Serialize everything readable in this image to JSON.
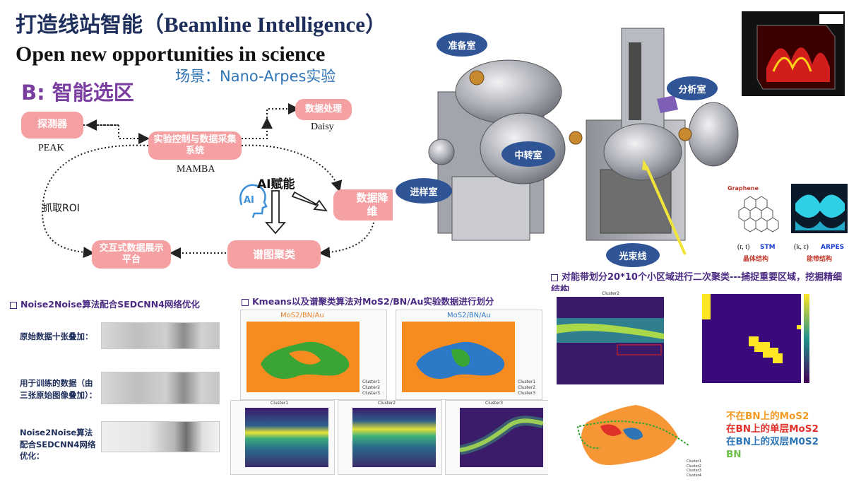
{
  "title": {
    "cn": "打造线站智能（",
    "en": "Beamline Intelligence",
    "close": "）"
  },
  "subtitle": "Open new opportunities in science",
  "scene": "场景：Nano-Arpes实验",
  "section_b": "B: 智能选区",
  "workflow": {
    "detector": "探测器",
    "detector_sw": "PEAK",
    "data_processing": "数据处理",
    "data_processing_sw": "Daisy",
    "control": "实验控制与数据采集系统",
    "control_sw": "MAMBA",
    "reduction": "数据降维",
    "clustering": "谱图聚类",
    "display": "交互式数据展示平台",
    "ai_label": "AI赋能",
    "ai_icon_text": "AI",
    "roi": "抓取ROI"
  },
  "chambers": {
    "prep": "准备室",
    "analysis": "分析室",
    "transfer": "中转室",
    "load": "进样室",
    "beamline": "光束线"
  },
  "insets": {
    "graphene": "Graphene",
    "stm": "STM",
    "arpes": "ARPES",
    "crystal": "晶体结构",
    "band": "能带结构",
    "r_t": "(r, t)",
    "k_e": "(k, ε)"
  },
  "noise_section": {
    "heading": "Noise2Noise算法配合SEDCNN4网络优化",
    "row1": "原始数据十张叠加：",
    "row2": "用于训练的数据（由三张原始图像叠加）：",
    "row3": "Noise2Noise算法配合SEDCNN4网络优化："
  },
  "kmeans_section": {
    "heading": "Kmeans以及谱聚类算法对MoS2/BN/Au实验数据进行划分",
    "map1_title": "MoS2/BN/Au",
    "map2_title": "MoS2/BN/Au",
    "spec_titles": [
      "Cluster1",
      "Cluster2",
      "Cluster3"
    ],
    "legend": [
      "Cluster1",
      "Cluster2",
      "Cluster3"
    ]
  },
  "band_section": {
    "heading": "对能带划分20*10个小区域进行二次聚类---捕捉重要区域，挖掘精细结构",
    "cluster_title": "Cluster2",
    "legend_items": [
      "不在BN上的MoS2",
      "在BN上的单层MoS2",
      "在BN上的双层M0S2",
      "BN"
    ],
    "legend_colors": [
      "#f39a1f",
      "#e0302a",
      "#2e75b6",
      "#6cc04a"
    ],
    "cluster_legend": [
      "Cluster1",
      "Cluster2",
      "Cluster3",
      "Cluster4"
    ]
  },
  "colors": {
    "node": "#f5a1a3",
    "title": "#1f2f5c",
    "accent_purple": "#7a3ea0",
    "scene_blue": "#2f74b5",
    "cluster_orange": "#f68b1f",
    "cluster_green": "#3aa535",
    "cluster_blue": "#2e78c8"
  }
}
